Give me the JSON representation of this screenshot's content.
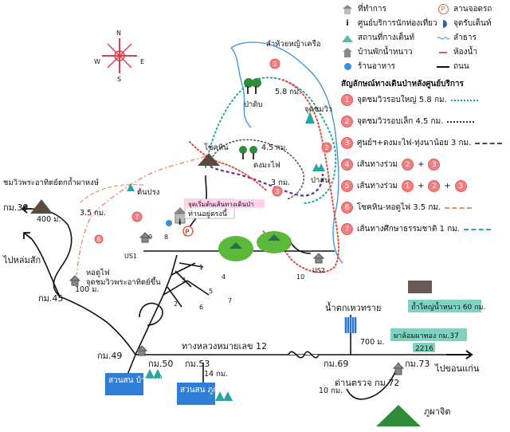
{
  "legend": {
    "office": "ที่ทำการ",
    "visitor_center": "ศูนย์บริการนักท่องเที่ยว",
    "campsite": "สถานที่กางเต็นท์",
    "bungalow": "บ้านพักน้ำหนาว",
    "restaurant": "ร้านอาหาร",
    "parking": "ลานจอดรถ",
    "viewpoint": "จุดรับเต็นท์",
    "stream": "ลำธาร",
    "toilet": "ห้องน้ำ",
    "road": "ถนน",
    "trail_heading": "สัญลักษณ์ทางเดินป่าหลังศูนย์บริการ",
    "trails": [
      {
        "num": "1",
        "label": "จุดชมวิวรอบใหญ่ 5.8 กม.",
        "color": "#2aa5a0",
        "style": "dotted"
      },
      {
        "num": "2",
        "label": "จุดชมวิวรอบเล็ก 4.5 กม.",
        "color": "#333333",
        "style": "dotted"
      },
      {
        "num": "3",
        "label": "ศูนย์ฯ+ดงมะไฟ-ทุ่งนาน้อย 3 กม.",
        "color": "#6b2f8a",
        "style": "dashed"
      },
      {
        "num": "4",
        "label": "เส้นทางร่วม",
        "combo": [
          "2",
          "3"
        ]
      },
      {
        "num": "5",
        "label": "เส้นทางร่วม",
        "combo": [
          "1",
          "2",
          "3"
        ]
      },
      {
        "num": "6",
        "label": "โซคหิน-หอดูไฟ 3.5 กม.",
        "color": "#f08a6a",
        "style": "dashdot"
      },
      {
        "num": "7",
        "label": "เส้นทางศึกษาธรรมชาติ 1 กม.",
        "color": "#2aa5a0",
        "style": "dashed"
      }
    ]
  },
  "compass": {
    "n": "N",
    "s": "S",
    "e": "E",
    "w": "W"
  },
  "places": {
    "stream_name": "ลำห้วยหญ้าเครือ",
    "padip": "ป่าดิบ",
    "viewpoint1": "จุดชมวิว",
    "dongmafai": "ดงมะไฟ",
    "paslon": "ป่าสน",
    "sokhin": "โซคหิน",
    "tonprong": "ต้นปรง",
    "trail_start": "จุดเริ่มต้นเส้นทางเดินป่า",
    "you_are_here": "ท่านอยู่ตรงนี้",
    "phra_athit_far": "ชมวิวพระอาทิตย์ตกถ้ำผาหงษ์",
    "phra_athit_rise": "จุดชมวิวพระอาทิตย์ขึ้น",
    "hodufai": "หอดูไฟ",
    "waterfall": "น้ำตกเหวทราย",
    "bigcave": "ถ้ำใหญ่น้ำหนาว 60 กม.",
    "phalomphatong": "ผาล้อมผาทอง กม.37",
    "phuphajit": "ภูผาจิต",
    "checkpoint": "ด่านตรวจ กม.72",
    "suansonbanpaek": "สวนสน บ้านแปก",
    "suansonphukumkhao": "สวนสน ภูกุ่มข้าว",
    "highway": "ทางหลวงหมายเลข 12",
    "to_lomsak": "ไปหล่มสัก",
    "to_khonkaen": "ไปขอนแก่น",
    "us1": "US1",
    "us2": "US2"
  },
  "labels": {
    "km39": "กม.39",
    "km45": "กม.45",
    "km49": "กม.49",
    "km50": "กม.50",
    "km53": "กม.53",
    "km69": "กม.69",
    "km73": "กม.73",
    "d58": "5.8 กม.",
    "d45": "4.5 กม.",
    "d3": "3 กม.",
    "d35": "3.5 กม.",
    "m400": "400 ม.",
    "m100": "100 ม.",
    "m700": "700 ม.",
    "k14": "14 กม.",
    "k10": "10 กม.",
    "r2216": "2216",
    "p_icon": "P",
    "info_icon": "i",
    "bung_nums": [
      "9",
      "8",
      "1",
      "2",
      "3",
      "4",
      "5",
      "6",
      "7",
      "10"
    ]
  }
}
